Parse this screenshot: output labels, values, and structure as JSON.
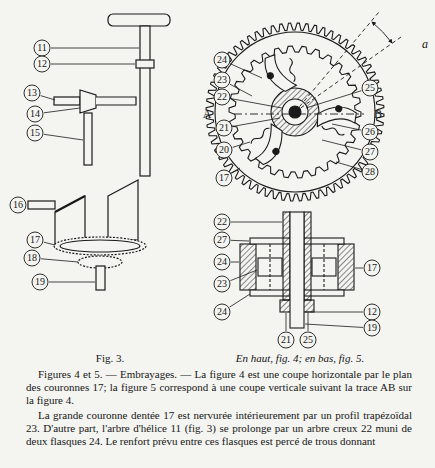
{
  "diagram": {
    "labels": [
      "11",
      "12",
      "13",
      "14",
      "15",
      "16",
      "17",
      "18",
      "19",
      "24",
      "23",
      "22",
      "21",
      "A",
      "20",
      "17",
      "a",
      "25",
      "B",
      "26",
      "27",
      "28",
      "22",
      "27",
      "24",
      "23",
      "24",
      "17",
      "21",
      "25",
      "12",
      "19",
      "Fig. 3.",
      "En haut, fig. 4; en bas, fig. 5.",
      "Figures 4 et 5. — Embrayages. — La figure 4 est une coupe horizontale par le plan des couronnes 17; la figure 5 correspond à une coupe verticale suivant la trace AB sur la figure 4.",
      "La grande couronne dentée 17 est nervurée intérieurement par un profil trapézoïdal 23. D'autre part, l'arbre d'hélice 11 (fig. 3) se prolonge par un arbre creux 22 muni de deux flasques 24. Le renfort prévu entre ces flasques est percé de trous donnant"
    ]
  }
}
